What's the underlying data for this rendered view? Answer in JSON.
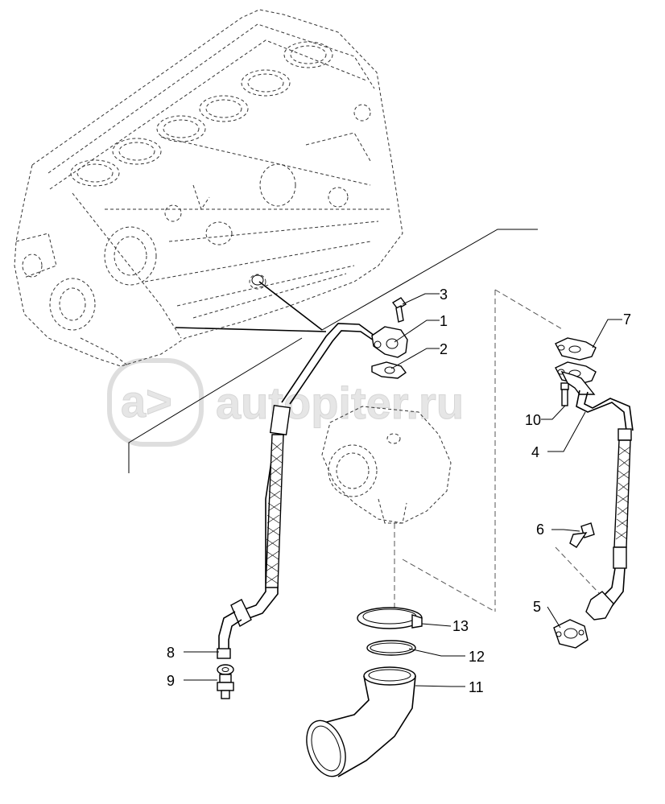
{
  "watermark": {
    "text": "autopiter.ru",
    "logo_text": "a>"
  },
  "callouts": [
    {
      "number": "1",
      "part": "oil delivery pipe flange"
    },
    {
      "number": "2",
      "part": "gasket"
    },
    {
      "number": "3",
      "part": "screw"
    },
    {
      "number": "4",
      "part": "oil return pipe"
    },
    {
      "number": "5",
      "part": "gasket"
    },
    {
      "number": "6",
      "part": "screw"
    },
    {
      "number": "7",
      "part": "gasket"
    },
    {
      "number": "8",
      "part": "washer"
    },
    {
      "number": "9",
      "part": "union fitting"
    },
    {
      "number": "10",
      "part": "screw"
    },
    {
      "number": "11",
      "part": "elbow pipe"
    },
    {
      "number": "12",
      "part": "seal ring"
    },
    {
      "number": "13",
      "part": "clamp"
    }
  ],
  "colors": {
    "line": "#000000",
    "watermark": "#e0e0e0",
    "background": "#ffffff"
  }
}
